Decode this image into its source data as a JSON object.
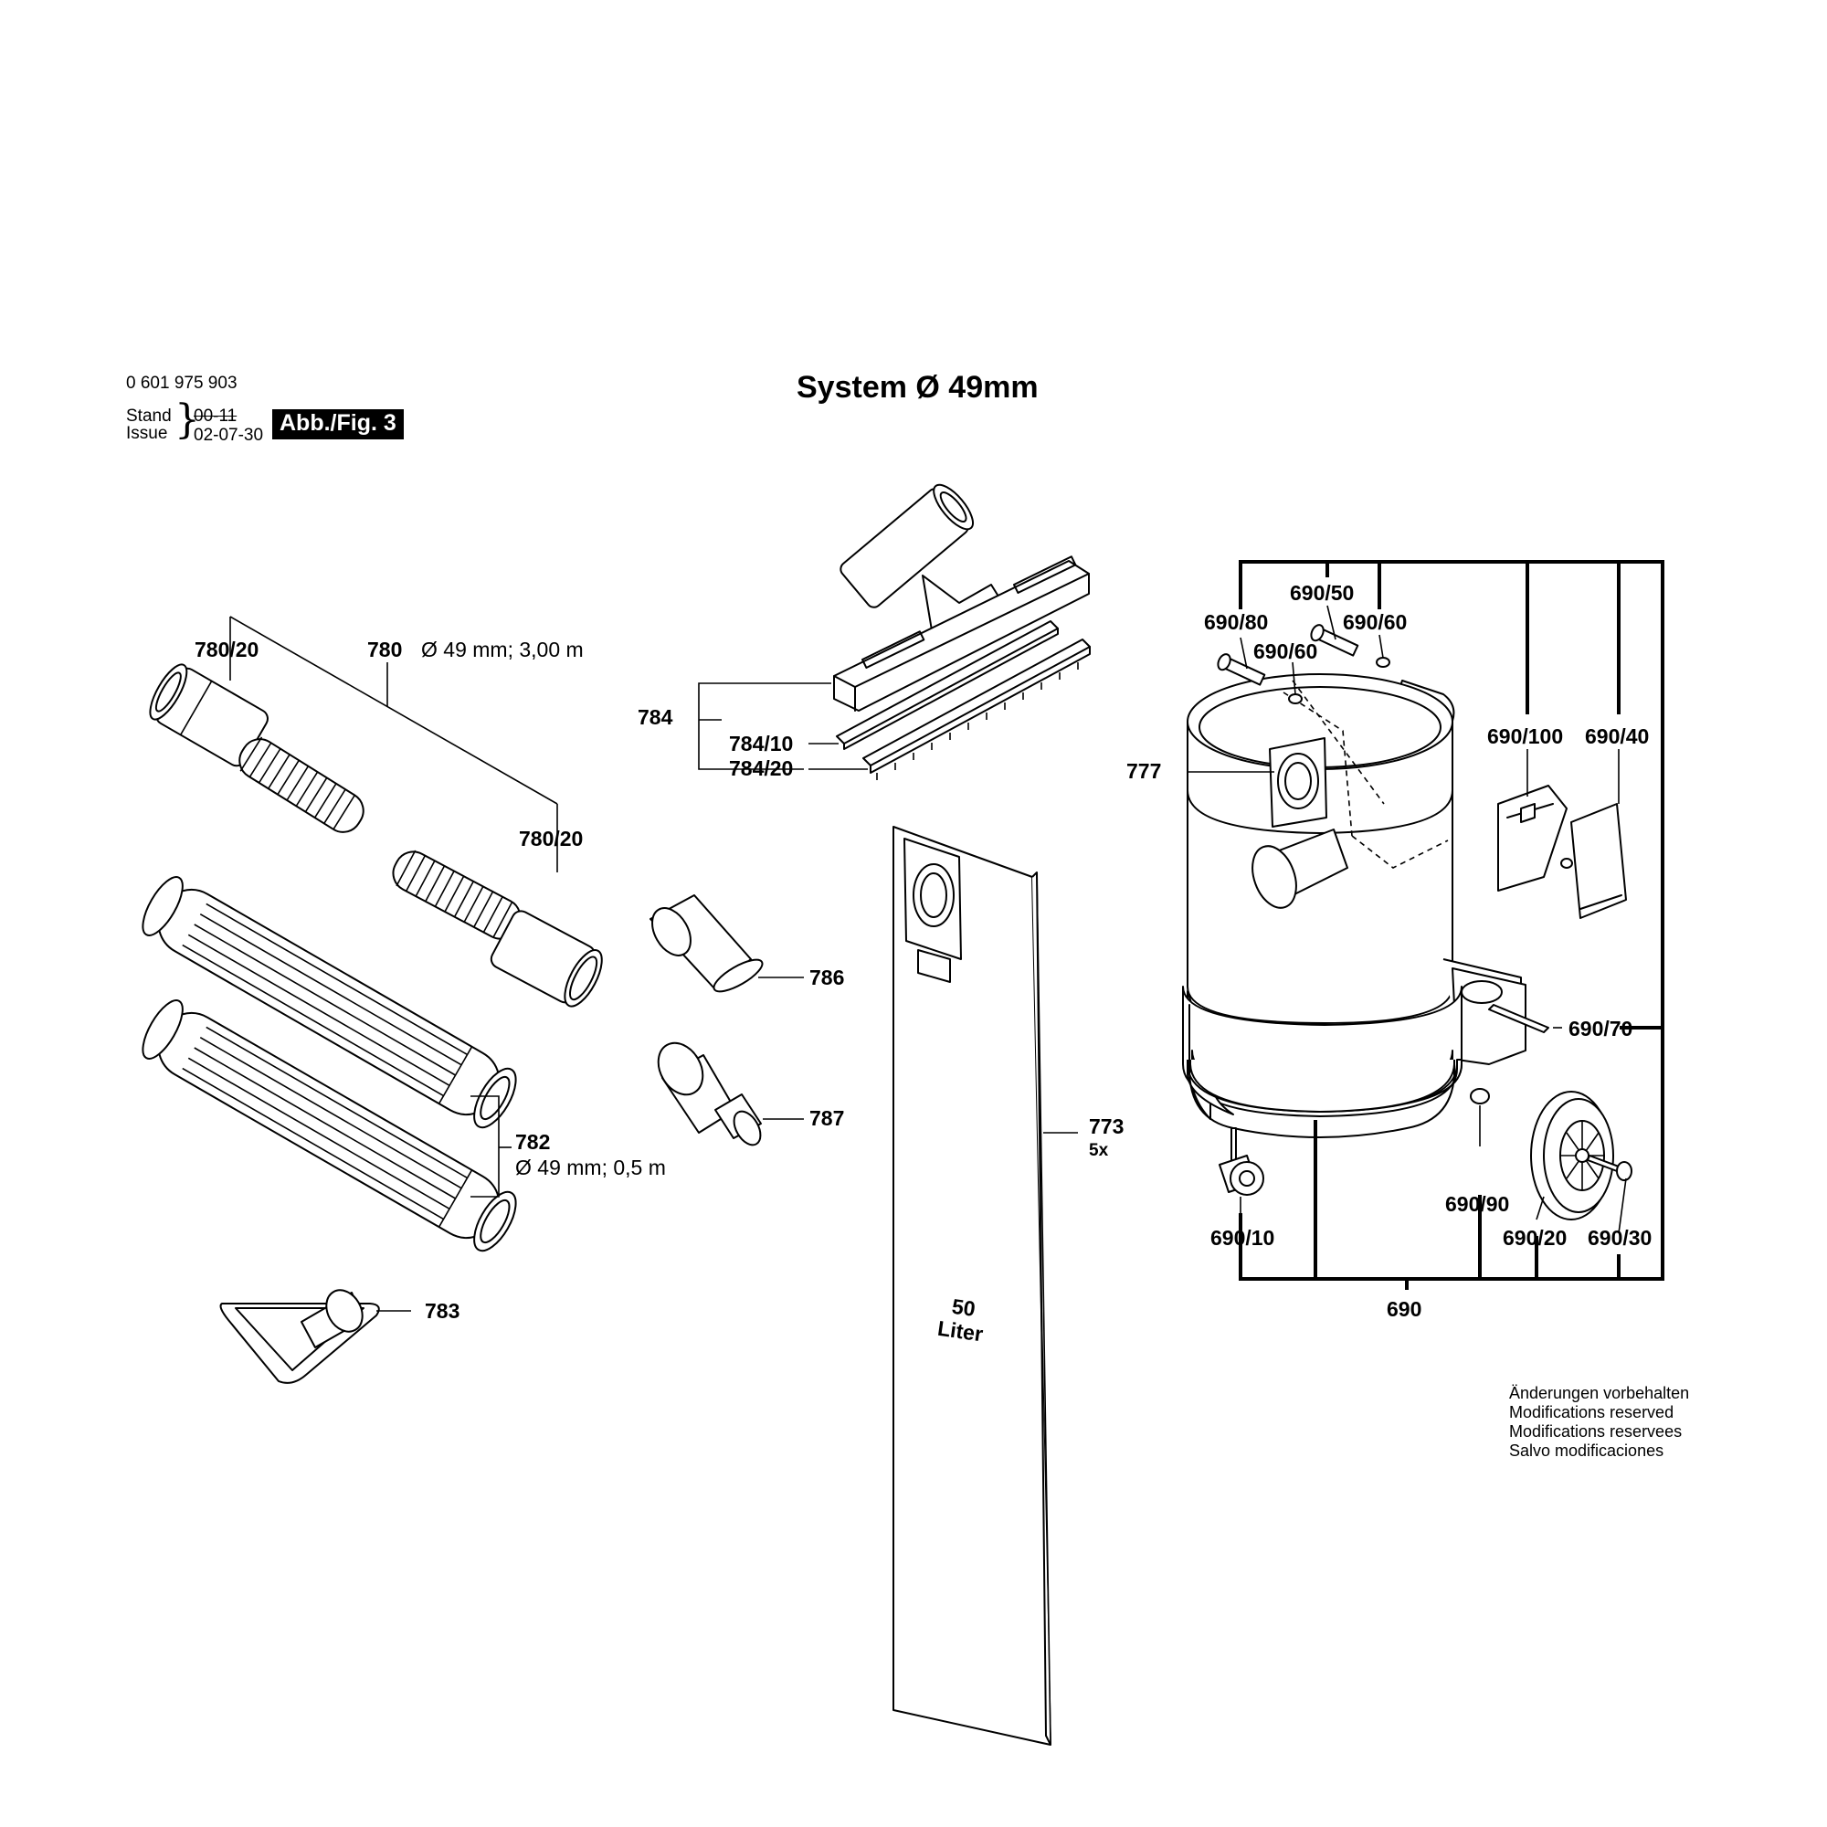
{
  "header": {
    "part_number": "0 601 975 903",
    "stand_label": "Stand",
    "issue_label": "Issue",
    "issue_code": "00-11",
    "issue_date": "02-07-30",
    "figure_badge": "Abb./Fig. 3",
    "title": "System Ø 49mm"
  },
  "callouts": {
    "c780_20_a": "780/20",
    "c780": "780",
    "c780_spec": "Ø 49 mm; 3,00 m",
    "c780_20_b": "780/20",
    "c782": "782",
    "c782_spec": "Ø 49 mm; 0,5 m",
    "c783": "783",
    "c784": "784",
    "c784_10": "784/10",
    "c784_20": "784/20",
    "c786": "786",
    "c787": "787",
    "c773": "773",
    "c773_qty": "5x",
    "c777": "777",
    "c690_80": "690/80",
    "c690_50": "690/50",
    "c690_60_a": "690/60",
    "c690_60_b": "690/60",
    "c690_100": "690/100",
    "c690_40": "690/40",
    "c690_70": "690/70",
    "c690_90": "690/90",
    "c690_10": "690/10",
    "c690_20": "690/20",
    "c690_30": "690/30",
    "c690": "690"
  },
  "bag_label": {
    "line1": "50",
    "line2": "Liter"
  },
  "notes": [
    "Änderungen vorbehalten",
    "Modifications reserved",
    "Modifications reservees",
    "Salvo modificaciones"
  ]
}
